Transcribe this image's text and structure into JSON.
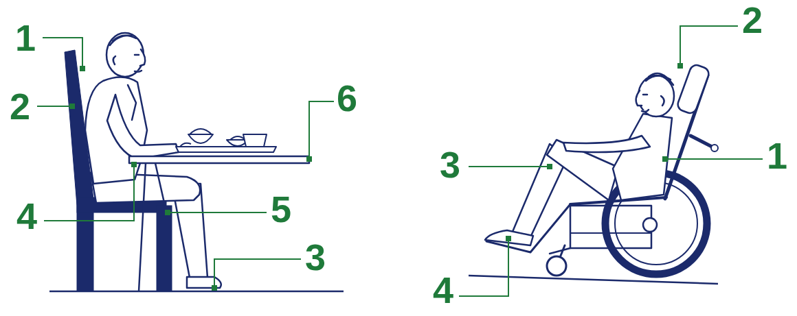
{
  "diagram": {
    "labels": [
      "1",
      "2",
      "4",
      "5",
      "3",
      "6",
      "2",
      "3",
      "1",
      "4"
    ]
  }
}
